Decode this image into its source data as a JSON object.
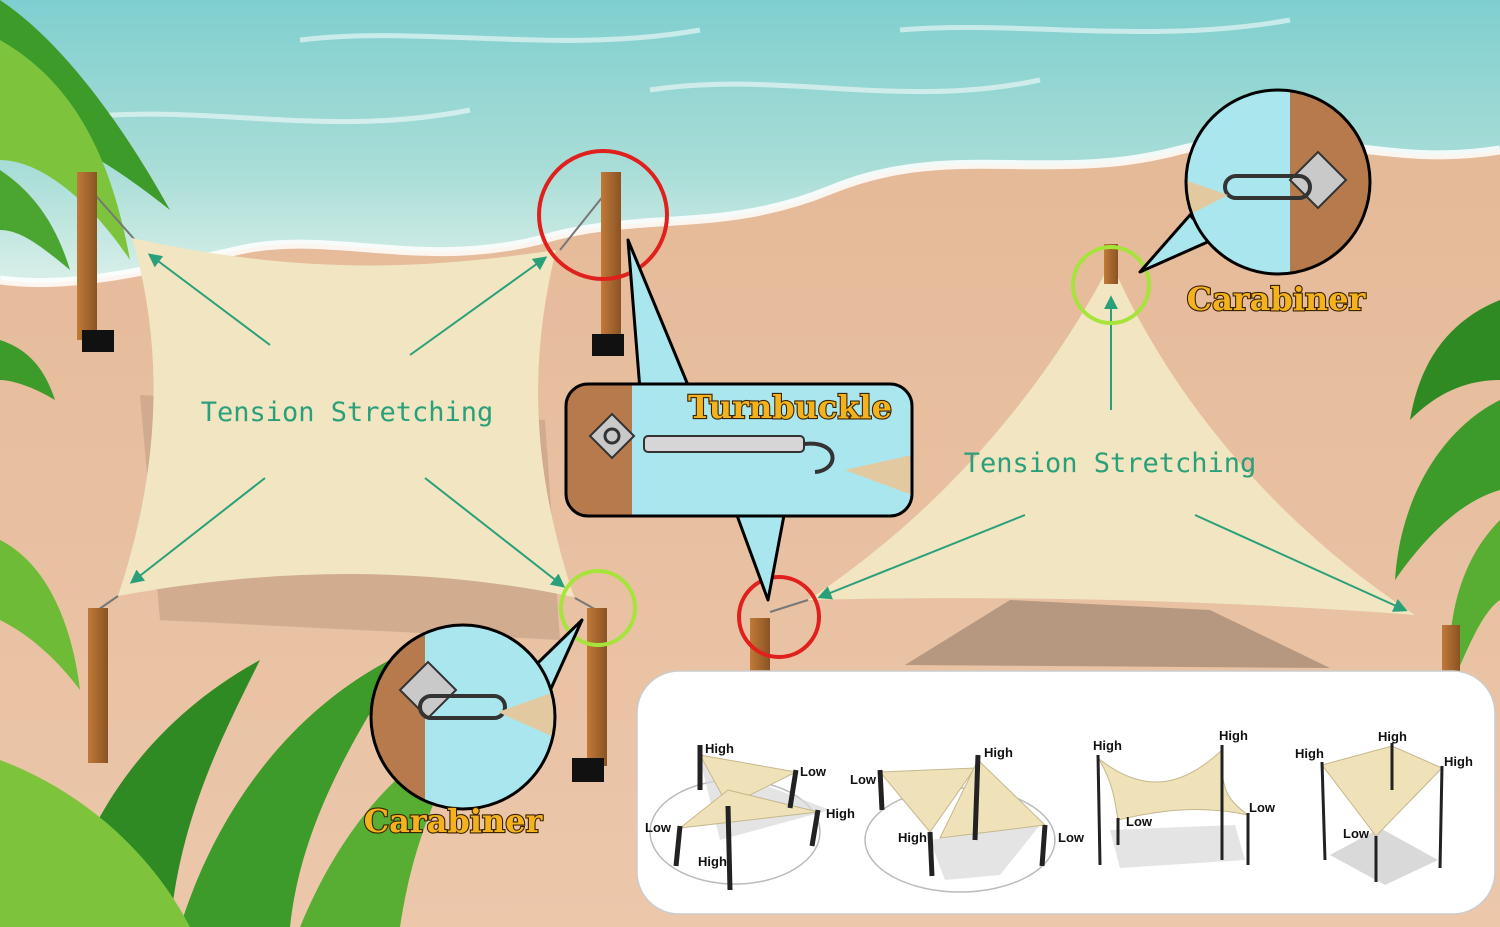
{
  "left_sail": {
    "tension_label": "Tension Stretching",
    "corner_callout": "Carabiner"
  },
  "turnbuckle_callout": "Turnbuckle",
  "right_sail": {
    "tension_label": "Tension Stretching",
    "top_callout": "Carabiner"
  },
  "configurations": [
    {
      "labels": [
        {
          "key": "h1",
          "text": "High"
        },
        {
          "key": "l1",
          "text": "Low"
        },
        {
          "key": "h2",
          "text": "High"
        },
        {
          "key": "l2",
          "text": "Low"
        },
        {
          "key": "h3",
          "text": "High"
        }
      ]
    },
    {
      "labels": [
        {
          "key": "l1",
          "text": "Low"
        },
        {
          "key": "h1",
          "text": "High"
        },
        {
          "key": "h2",
          "text": "High"
        },
        {
          "key": "l2",
          "text": "Low"
        }
      ]
    },
    {
      "labels": [
        {
          "key": "h1",
          "text": "High"
        },
        {
          "key": "h2",
          "text": "High"
        },
        {
          "key": "l1",
          "text": "Low"
        },
        {
          "key": "l2",
          "text": "Low"
        }
      ]
    },
    {
      "labels": [
        {
          "key": "h1",
          "text": "High"
        },
        {
          "key": "h2",
          "text": "High"
        },
        {
          "key": "h3",
          "text": "High"
        },
        {
          "key": "l1",
          "text": "Low"
        }
      ]
    }
  ],
  "colors": {
    "sail": "#f1e6c1",
    "tension_text": "#2aa07a",
    "callout_text": "#f4b31d",
    "red_marker": "#e0201c",
    "green_marker": "#a6e43c",
    "callout_bg": "#a9e6ee",
    "post": "#a0642c"
  }
}
